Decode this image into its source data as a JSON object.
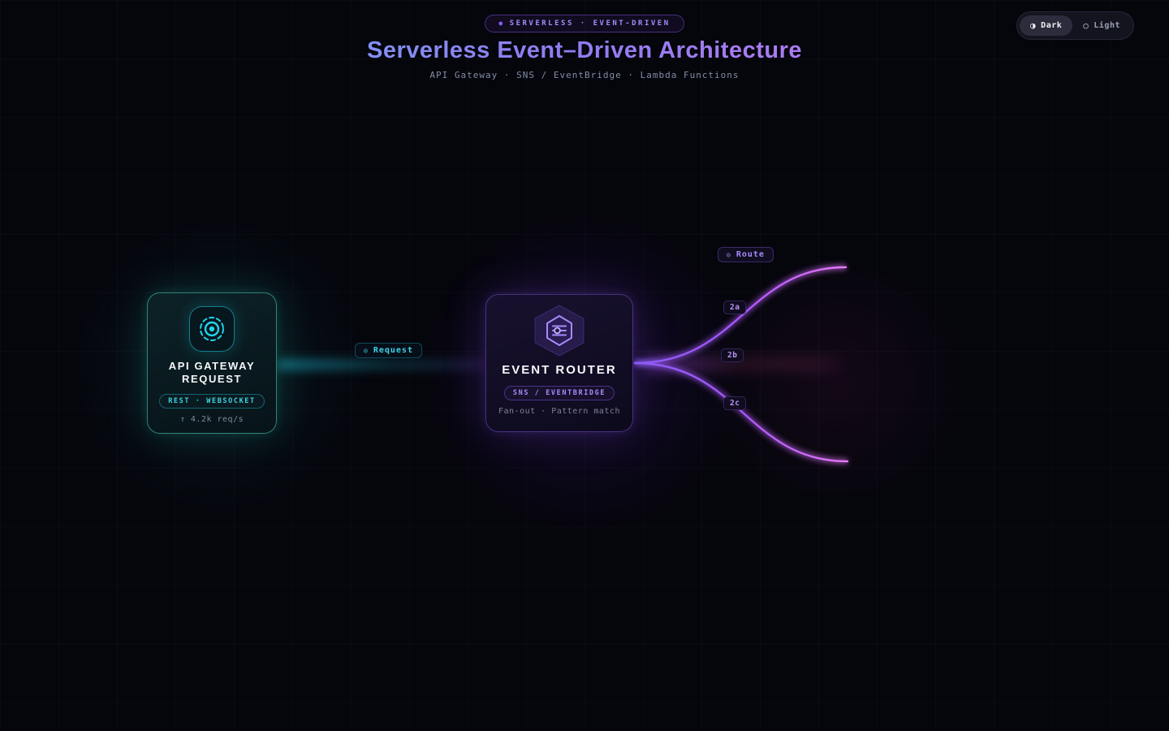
{
  "header": {
    "badge": {
      "dot": "●",
      "label": "SERVERLESS · EVENT-DRIVEN"
    },
    "title": "Serverless Event–Driven Architecture",
    "subtitle": "API Gateway · SNS / EventBridge · Lambda Functions"
  },
  "theme_toggle": {
    "dark": {
      "icon": "◑",
      "label": "Dark"
    },
    "light": {
      "icon": "○",
      "label": "Light"
    },
    "selected": "Dark"
  },
  "diagram": {
    "nodes": {
      "api_gateway": {
        "title_line1": "API GATEWAY",
        "title_line2": "REQUEST",
        "badge": "REST · WEBSOCKET",
        "stat": "↑ 4.2k req/s",
        "icon": "target-icon",
        "accent_color": "#22d3ee"
      },
      "event_router": {
        "title": "EVENT ROUTER",
        "badge": "SNS / EVENTBRIDGE",
        "subtitle": "Fan-out · Pattern match",
        "icon": "router-filter-hexagon-icon",
        "accent_color": "#a78bfa"
      }
    },
    "edges": {
      "request": {
        "icon": "◎",
        "label": "Request",
        "color": "#22d3ee"
      },
      "route": {
        "icon": "◎",
        "label": "Route",
        "color": "#a78bfa"
      },
      "branches": [
        {
          "label": "2a"
        },
        {
          "label": "2b"
        },
        {
          "label": "2c"
        }
      ]
    }
  },
  "colors": {
    "background": "#05050c",
    "title_gradient_start": "#6db4f5",
    "title_gradient_mid": "#8f7cf2",
    "title_gradient_end": "#d77df0",
    "teal_accent": "#22d3ee",
    "purple_accent": "#a78bfa",
    "magenta_edge": "#e879f9"
  }
}
